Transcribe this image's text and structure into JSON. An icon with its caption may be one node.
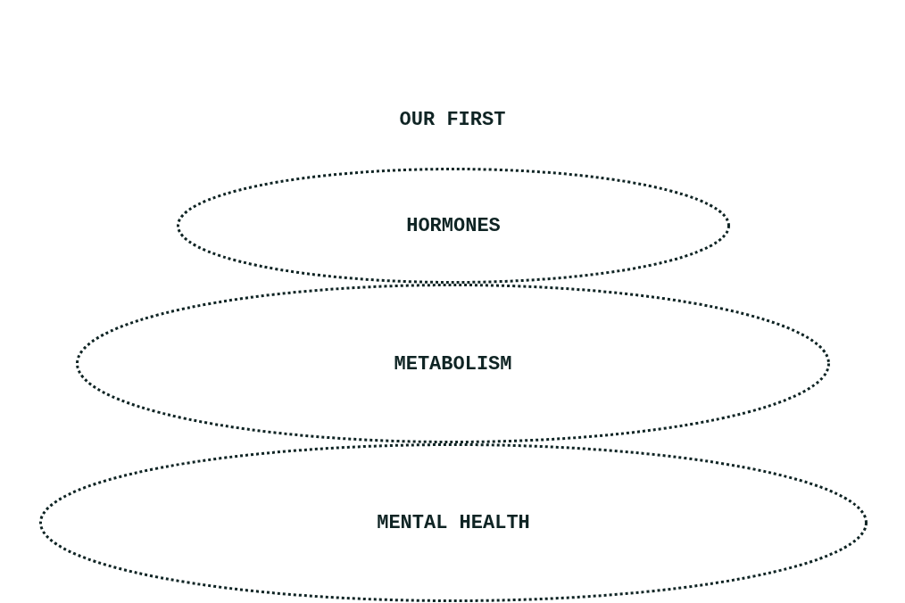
{
  "diagram": {
    "title": "OUR FIRST",
    "nodes": [
      {
        "text": [
          "HORMONES"
        ]
      },
      {
        "text": [
          "METABOLISM"
        ]
      },
      {
        "text": [
          "MENTAL HEALTH"
        ]
      }
    ]
  }
}
